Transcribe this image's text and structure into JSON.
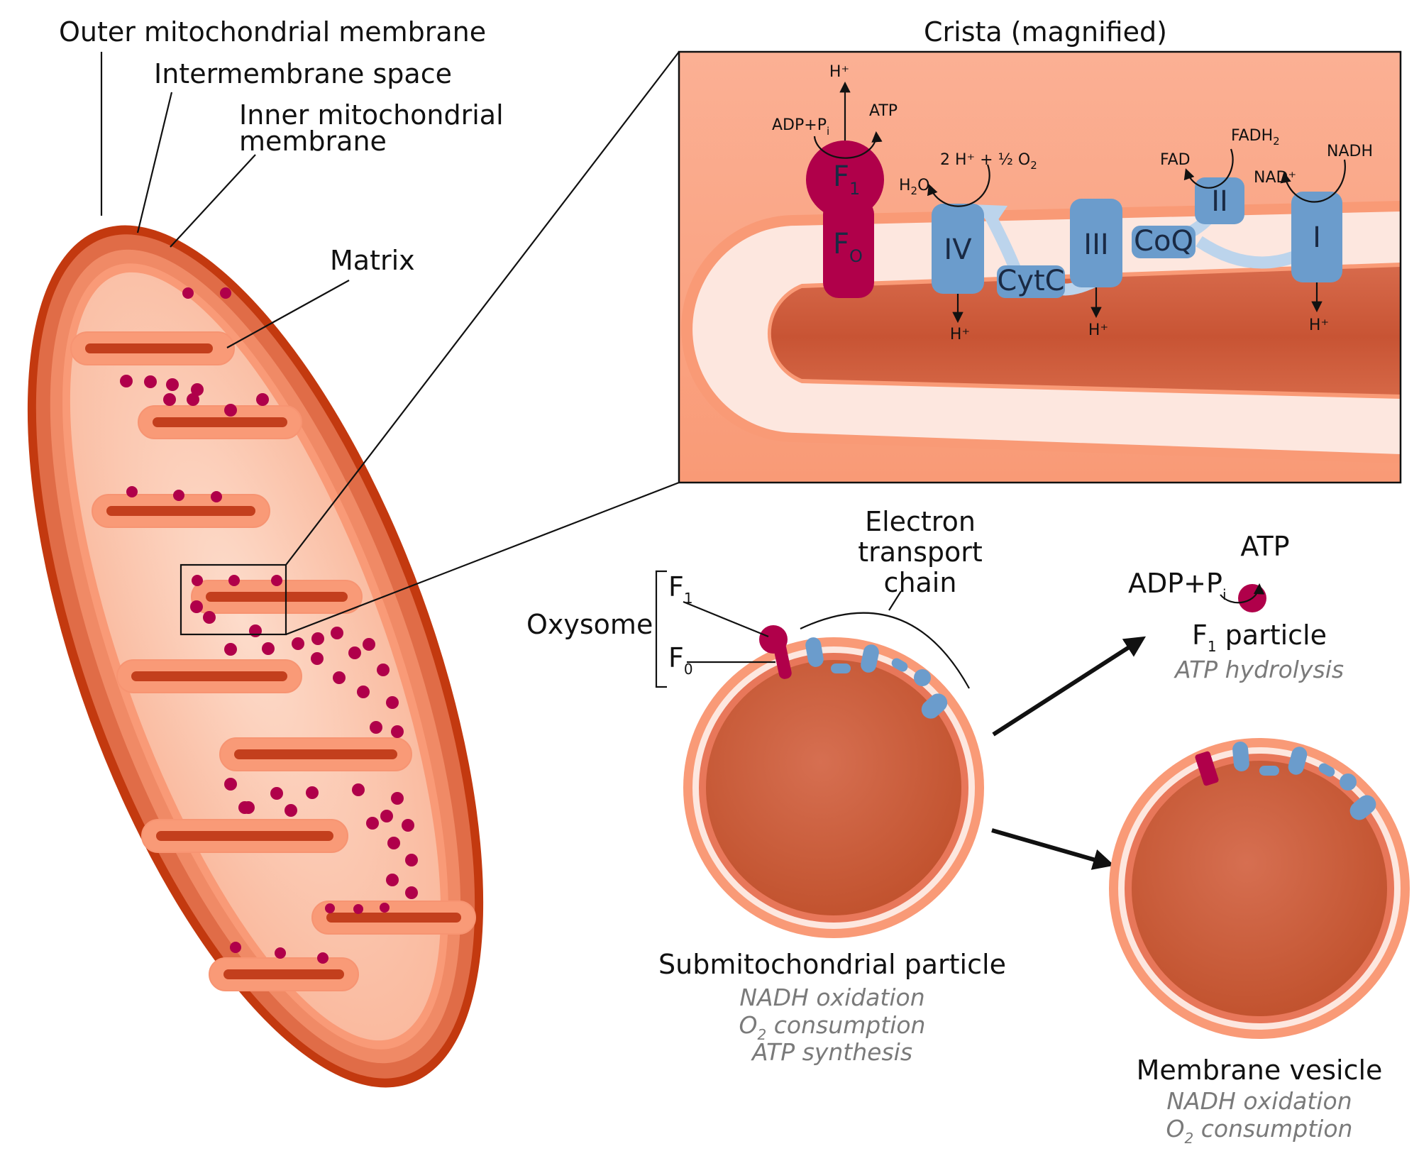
{
  "labels": {
    "outer_membrane": "Outer mitochondrial membrane",
    "intermembrane_space": "Intermembrane space",
    "inner_membrane_line1": "Inner mitochondrial",
    "inner_membrane_line2": "membrane",
    "matrix": "Matrix",
    "crista_title": "Crista (magnified)",
    "oxysome": "Oxysome",
    "etc_line1": "Electron",
    "etc_line2": "transport",
    "etc_line3": "chain",
    "f1_particle": "particle",
    "f1_particle_props": [
      "ATP hydrolysis"
    ],
    "submito_particle": "Submitochondrial particle",
    "submito_props": [
      "NADH oxidation",
      "consumption",
      "ATP synthesis"
    ],
    "membrane_vesicle": "Membrane vesicle",
    "vesicle_props": [
      "NADH oxidation",
      "consumption"
    ]
  },
  "complexes": {
    "c1": "I",
    "c2": "II",
    "c3": "III",
    "c4": "IV",
    "coq": "CoQ",
    "cytc": "CytC",
    "f1": "F",
    "f1_sub": "1",
    "fo": "F",
    "fo_sub": "O"
  },
  "chemistry": {
    "h_plus": "H⁺",
    "adp_pi": "ADP+P",
    "pi_sub": "i",
    "atp": "ATP",
    "water_h": "H",
    "water_sub": "2",
    "water_o": "O",
    "two_h_half_o2": "2 H⁺ + ½ O",
    "o2_sub": "2",
    "fad": "FAD",
    "fadh2": "FADH",
    "fadh2_sub": "2",
    "nad_plus": "NAD⁺",
    "nadh": "NADH",
    "o2_prefix": "O",
    "f1_label": "F",
    "f1_label_sub": "1",
    "f0_label": "F",
    "f0_label_sub": "0"
  },
  "colors": {
    "outer": "#c3390f",
    "outer_inner": "#e06c47",
    "intermembrane": "#f6a888",
    "inner_membrane": "#f99a77",
    "matrix": "#fbbfa3",
    "crista_dark": "#c85a3c",
    "crista_light": "#fde7df",
    "atp_synthase": "#b0004a",
    "complex_blue": "#6b9ccc",
    "arrow_blue": "#bcd4ec"
  }
}
